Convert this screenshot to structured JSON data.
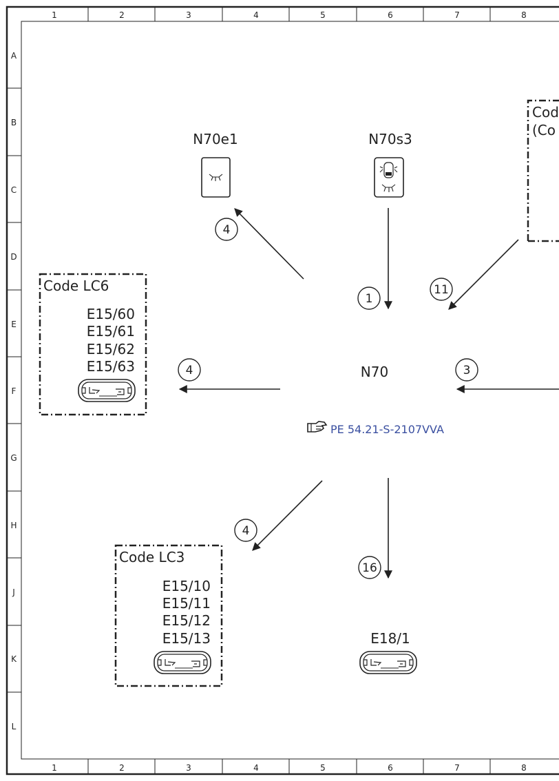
{
  "grid": {
    "columns": [
      "1",
      "2",
      "3",
      "4",
      "5",
      "6",
      "7",
      "8"
    ],
    "rows": [
      "A",
      "B",
      "C",
      "D",
      "E",
      "F",
      "G",
      "H",
      "J",
      "K",
      "L"
    ]
  },
  "center": {
    "label": "N70",
    "reference": "PE 54.21-S-2107VVA"
  },
  "components": {
    "n70e1": "N70e1",
    "n70s3": "N70s3",
    "e18_1": "E18/1"
  },
  "boxes": {
    "lc6": {
      "title": "Code LC6",
      "items": [
        "E15/60",
        "E15/61",
        "E15/62",
        "E15/63"
      ]
    },
    "lc3": {
      "title": "Code LC3",
      "items": [
        "E15/10",
        "E15/11",
        "E15/12",
        "E15/13"
      ]
    },
    "right": {
      "title_line1": "Cod",
      "title_line2": "(Co"
    }
  },
  "wire_counts": {
    "to_n70e1": "4",
    "from_n70s3": "1",
    "from_right_box": "11",
    "to_lc6": "4",
    "from_right": "3",
    "to_lc3": "4",
    "to_e18_1": "16"
  },
  "icons": [
    "interior-light-icon",
    "light-switch-icon",
    "connector-plug-icon",
    "reference-hand-icon",
    "arrowhead-icon"
  ]
}
